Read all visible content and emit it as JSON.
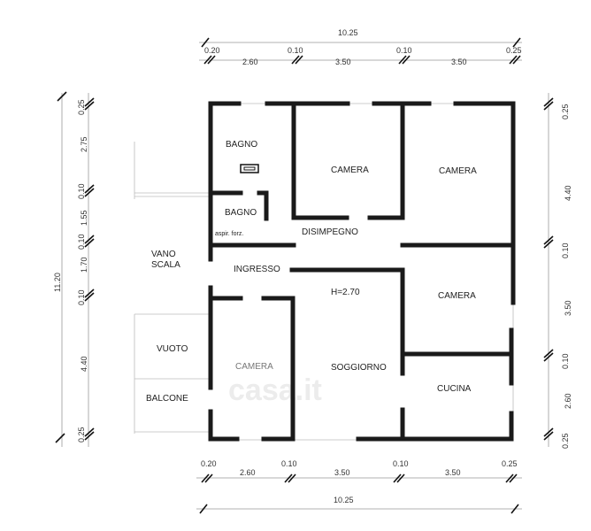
{
  "title": "Floor plan",
  "rooms": {
    "bagno_1": "BAGNO",
    "bagno_2": "BAGNO",
    "aspir": "aspir. forz.",
    "camera_1": "CAMERA",
    "camera_2": "CAMERA",
    "camera_3": "CAMERA",
    "camera_4": "CAMERA",
    "disimpegno": "DISIMPEGNO",
    "ingresso": "INGRESSO",
    "height": "H=2.70",
    "soggiorno": "SOGGIORNO",
    "cucina": "CUCINA",
    "vano": "VANO",
    "scala": "SCALA",
    "vuoto": "VUOTO",
    "balcone": "BALCONE"
  },
  "dimensions": {
    "top_total": "10.25",
    "top": [
      "0.20",
      "2.60",
      "0.10",
      "3.50",
      "0.10",
      "3.50",
      "0.25"
    ],
    "bottom_total": "10.25",
    "bottom": [
      "0.20",
      "2.60",
      "0.10",
      "3.50",
      "0.10",
      "3.50",
      "0.25"
    ],
    "left_total": "11.20",
    "left": [
      "0.25",
      "2.75",
      "0.10",
      "1.55",
      "0.10",
      "1.70",
      "0.10",
      "4.40",
      "0.25"
    ],
    "right": [
      "0.25",
      "4.40",
      "0.10",
      "3.50",
      "0.10",
      "2.60",
      "0.25"
    ]
  },
  "watermark": "casa.it"
}
